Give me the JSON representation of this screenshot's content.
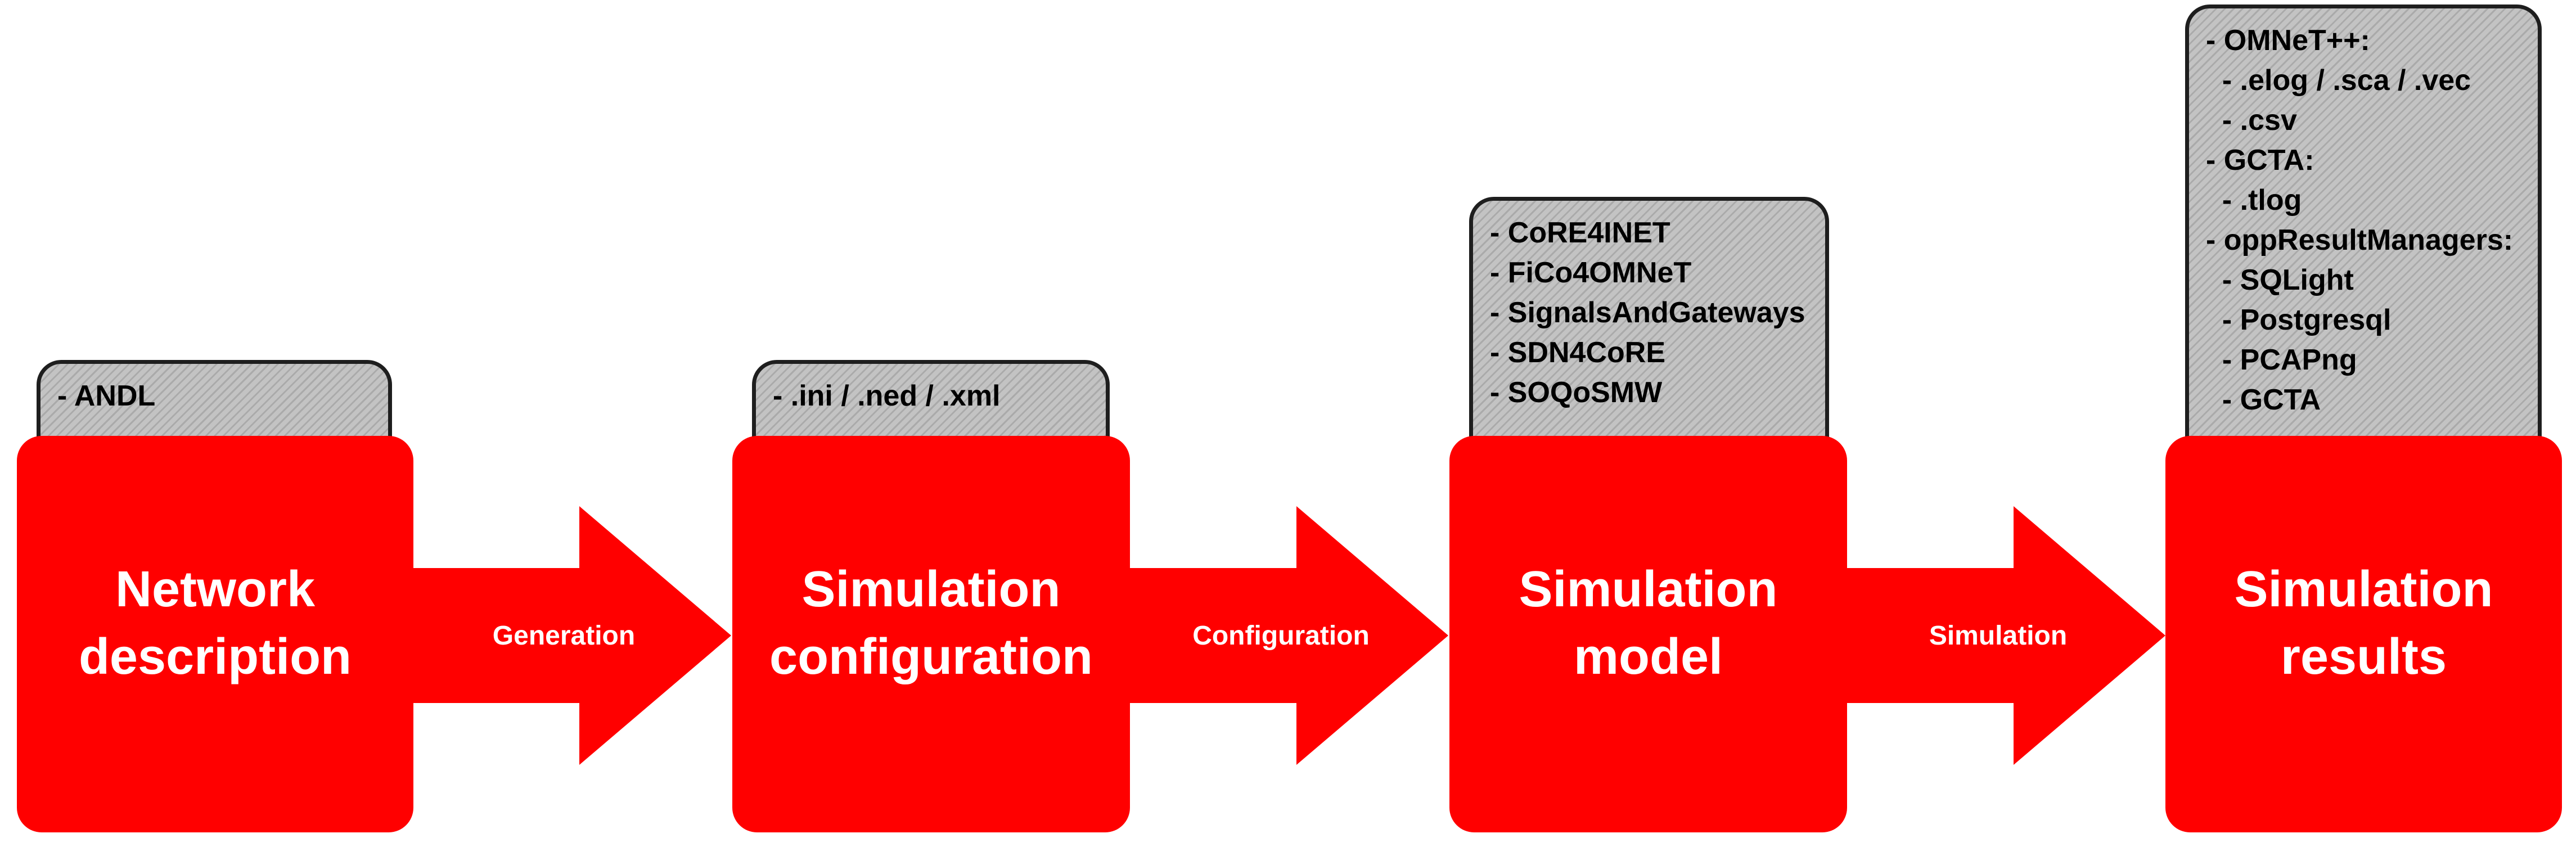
{
  "colors": {
    "stage_fill": "#ff0000",
    "note_fill": "#c3c3c3",
    "note_border": "#1e1e1e",
    "text_light": "#ffffff"
  },
  "stages": [
    {
      "title_line1": "Network",
      "title_line2": "description",
      "notes": [
        "- ANDL"
      ]
    },
    {
      "title_line1": "Simulation",
      "title_line2": "configuration",
      "notes": [
        "- .ini / .ned / .xml"
      ]
    },
    {
      "title_line1": "Simulation",
      "title_line2": "model",
      "notes": [
        "- CoRE4INET",
        "- FiCo4OMNeT",
        "- SignalsAndGateways",
        "- SDN4CoRE",
        "- SOQoSMW"
      ]
    },
    {
      "title_line1": "Simulation",
      "title_line2": "results",
      "notes": [
        "- OMNeT++:",
        "  - .elog / .sca / .vec",
        "  - .csv",
        "- GCTA:",
        "  - .tlog",
        "- oppResultManagers:",
        "  - SQLight",
        "  - Postgresql",
        "  - PCAPng",
        "  - GCTA"
      ]
    }
  ],
  "arrows": [
    {
      "label": "Generation"
    },
    {
      "label": "Configuration"
    },
    {
      "label": "Simulation"
    }
  ]
}
